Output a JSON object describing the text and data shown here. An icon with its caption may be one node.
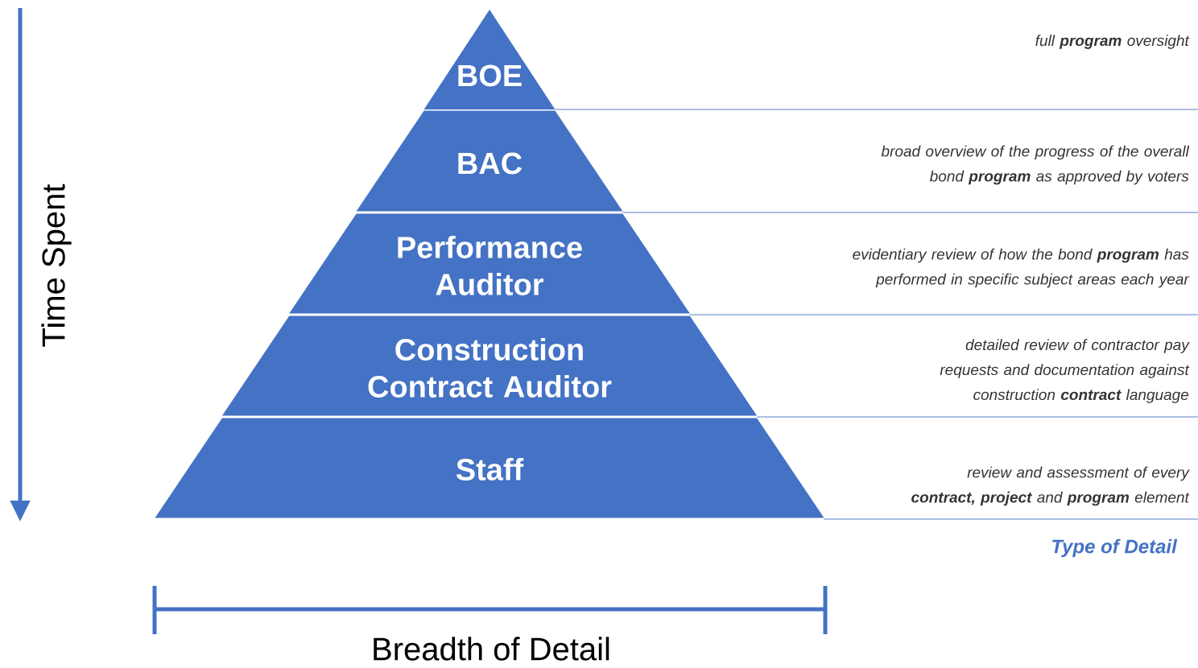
{
  "diagram": {
    "nodes": [
      {
        "text": [
          "BOE"
        ]
      },
      {
        "text": [
          "BAC"
        ]
      },
      {
        "text": [
          "Performance Auditor"
        ]
      },
      {
        "text": [
          "Construction Contract Auditor"
        ]
      },
      {
        "text": [
          "Staff"
        ]
      }
    ],
    "labels": [
      "full **program** oversight",
      "broad overview of the progress of the overall bond **program** as approved by voters",
      "evidentiary review of how the bond **program** has performed in specific subject areas each year",
      "detailed review of contractor pay requests and documentation against construction **contract** language",
      "review and assessment of every **contract,** **project** and **program** element",
      "Time Spent",
      "Type of Detail",
      "Breadth of Detail"
    ]
  }
}
